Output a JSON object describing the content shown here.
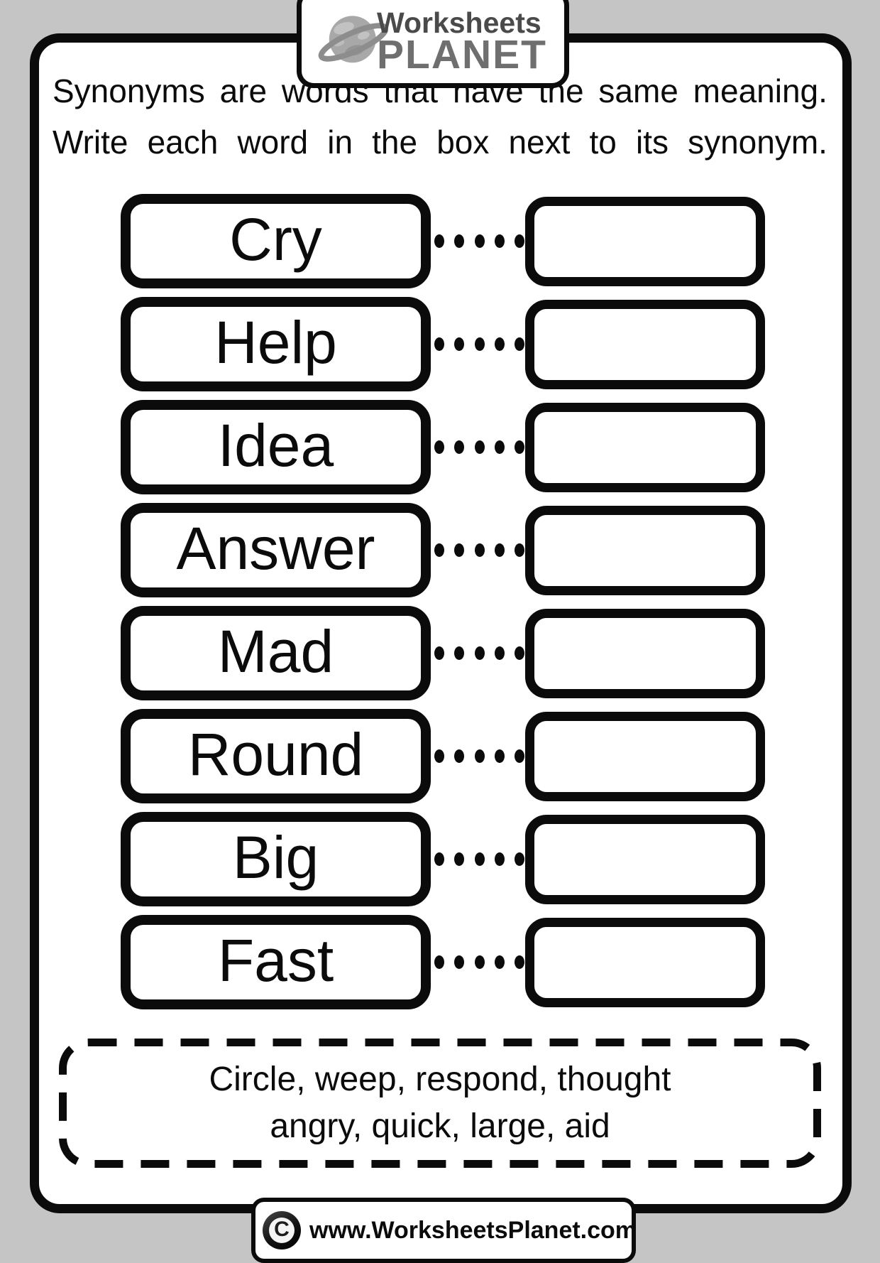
{
  "logo": {
    "brand_top": "Worksheets",
    "brand_bottom": "PLANET"
  },
  "instructions": {
    "line1": "Synonyms are words that have the same meaning.",
    "line2": "Write each word in the box next to its synonym."
  },
  "rows": [
    {
      "word": "Cry",
      "answer": ""
    },
    {
      "word": "Help",
      "answer": ""
    },
    {
      "word": "Idea",
      "answer": ""
    },
    {
      "word": "Answer",
      "answer": ""
    },
    {
      "word": "Mad",
      "answer": ""
    },
    {
      "word": "Round",
      "answer": ""
    },
    {
      "word": "Big",
      "answer": ""
    },
    {
      "word": "Fast",
      "answer": ""
    }
  ],
  "word_bank": {
    "line1": "Circle, weep, respond, thought",
    "line2": "angry, quick, large, aid"
  },
  "footer": {
    "copyright_symbol": "C",
    "url": "www.WorksheetsPlanet.com"
  },
  "colors": {
    "background": "#c5c5c5",
    "ink": "#0b0b0b",
    "paper": "#ffffff",
    "logo_top_text": "#4a4a4a",
    "logo_bottom_text": "#6f6f6f",
    "planet_body": "#a8a8a8",
    "planet_ring": "#8d8d8d"
  }
}
